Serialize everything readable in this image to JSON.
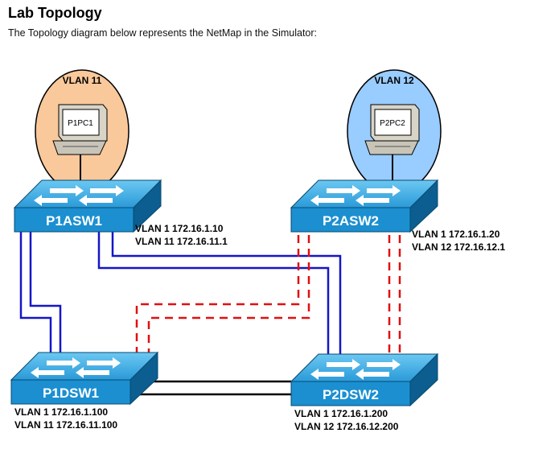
{
  "header": {
    "title": "Lab Topology",
    "subtitle": "The Topology diagram below represents the NetMap in the Simulator:"
  },
  "ovals": [
    {
      "label": "VLAN 11",
      "color": "#f9c89b"
    },
    {
      "label": "VLAN 12",
      "color": "#99ccff"
    }
  ],
  "pcs": [
    {
      "name": "P1PC1"
    },
    {
      "name": "P2PC2"
    }
  ],
  "switches": [
    {
      "name": "P1ASW1",
      "ips": [
        "VLAN 1 172.16.1.10",
        "VLAN 11 172.16.11.1"
      ]
    },
    {
      "name": "P2ASW2",
      "ips": [
        "VLAN 1 172.16.1.20",
        "VLAN 12 172.16.12.1"
      ]
    },
    {
      "name": "P1DSW1",
      "ips": [
        "VLAN 1 172.16.1.100",
        "VLAN 11 172.16.11.100"
      ]
    },
    {
      "name": "P2DSW2",
      "ips": [
        "VLAN 1 172.16.1.200",
        "VLAN 12 172.16.12.200"
      ]
    }
  ],
  "colors": {
    "switch_face": "#1b8fd0",
    "switch_top": "#3fb0e8",
    "switch_side": "#0b5e8f",
    "trunk_blue": "#1515c8",
    "trunk_red": "#e01010",
    "link_black": "#000000"
  }
}
